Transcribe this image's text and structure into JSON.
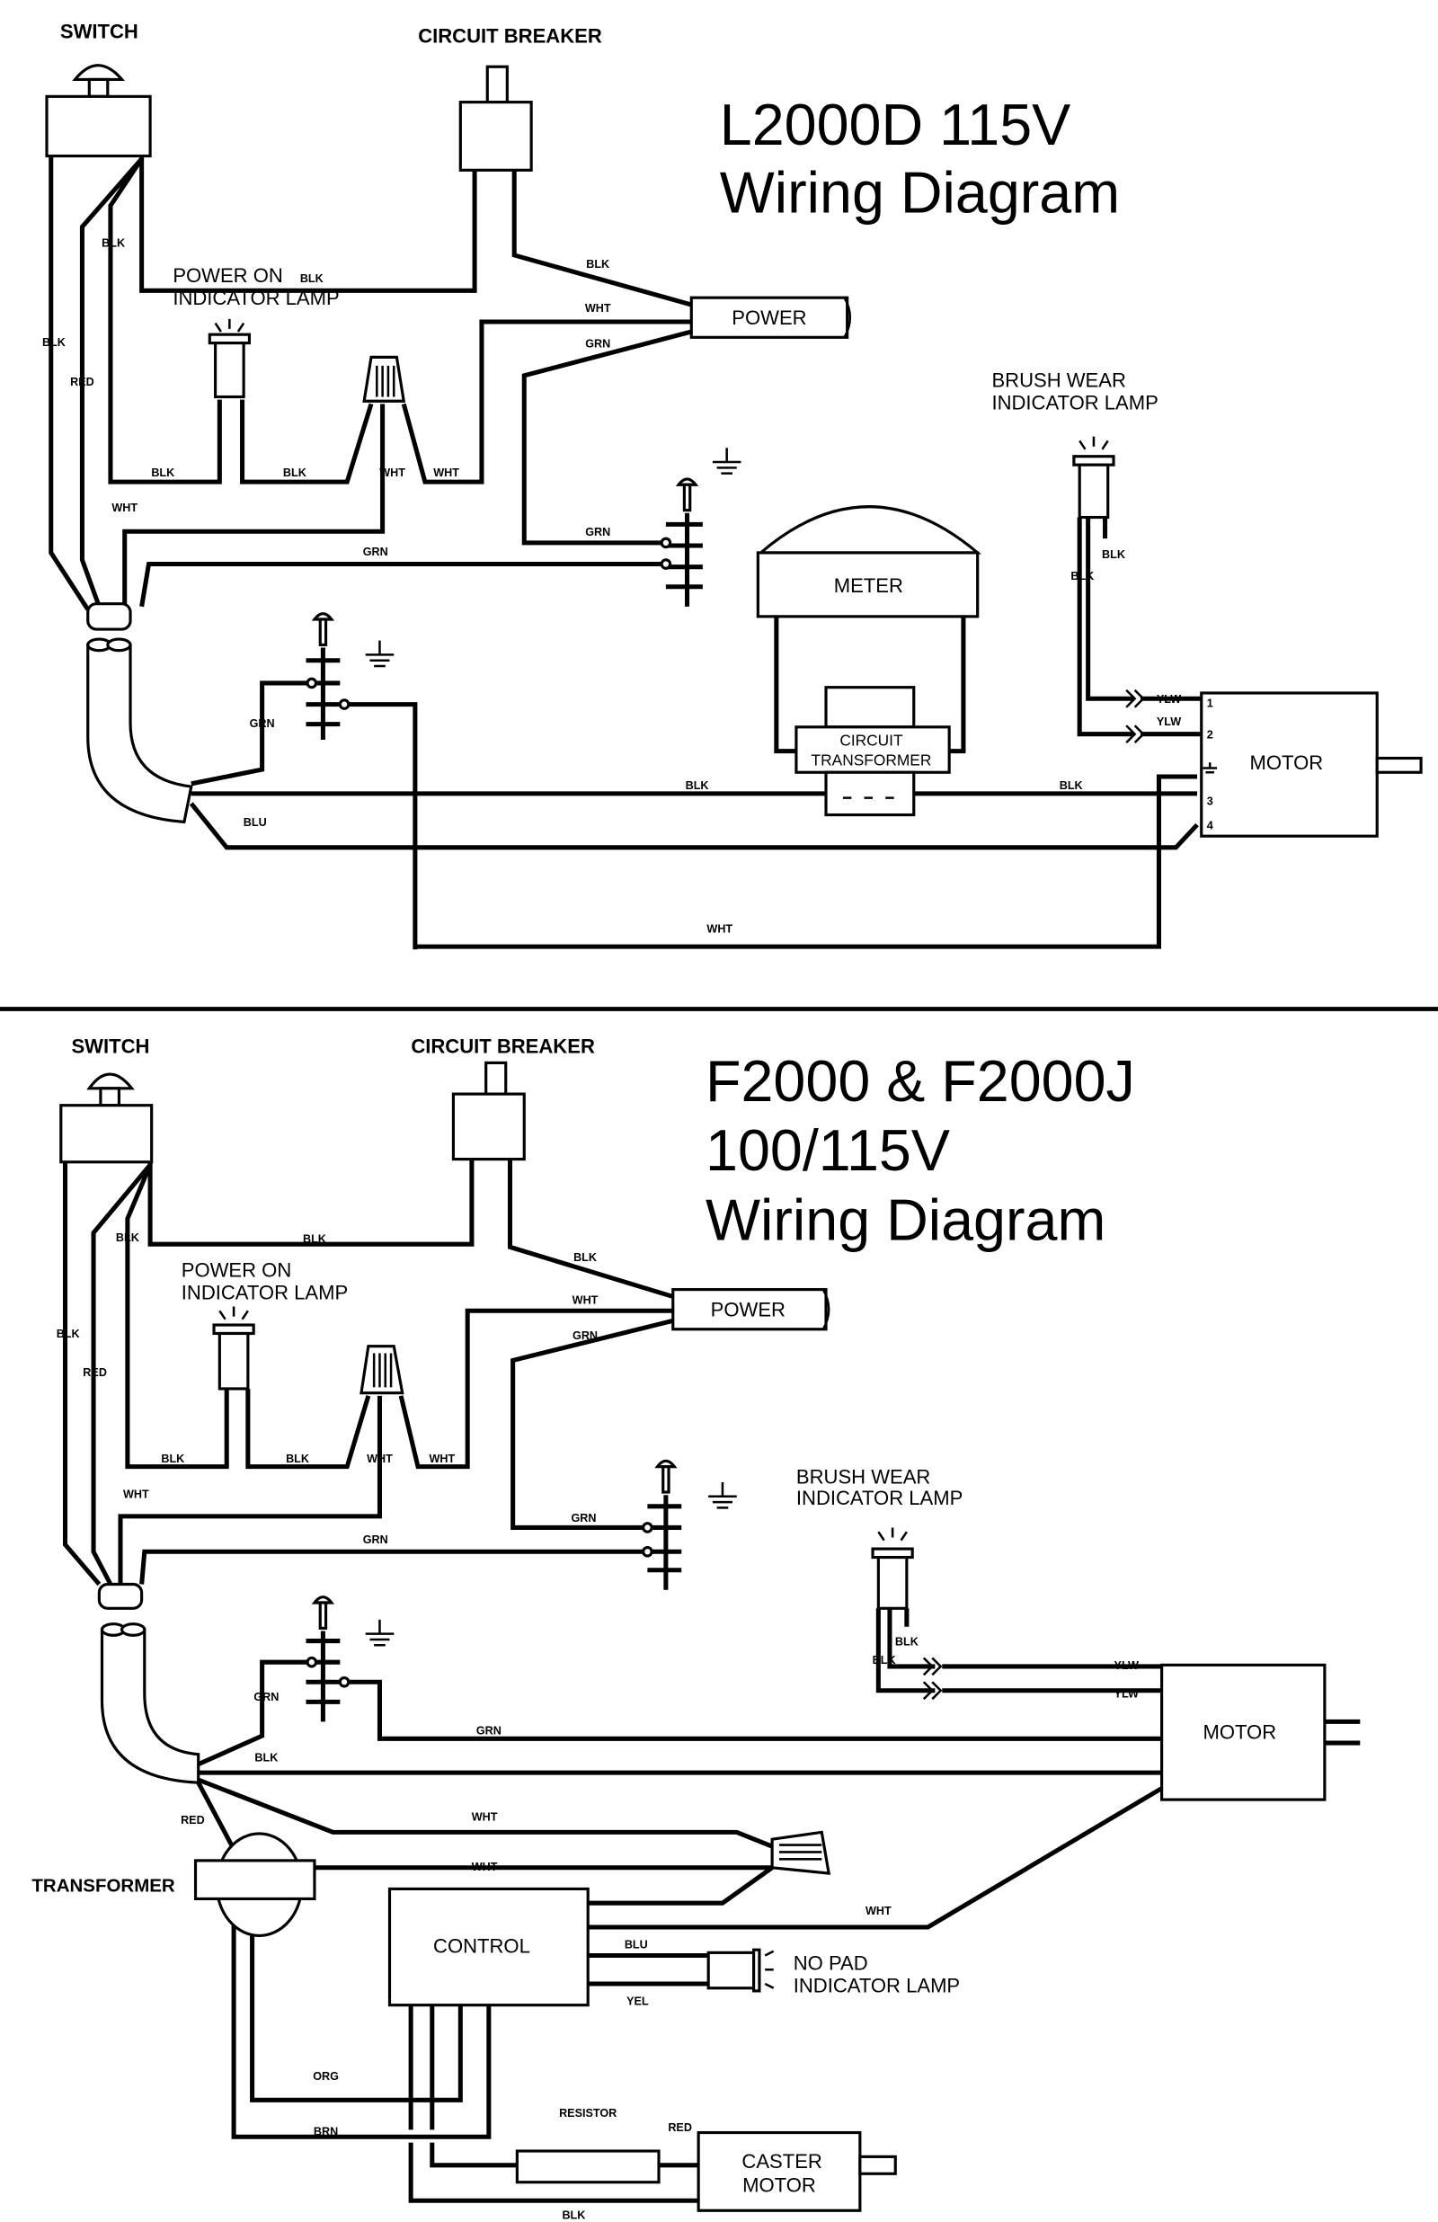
{
  "top": {
    "title_line1": "L2000D 115V",
    "title_line2": "Wiring Diagram",
    "switch": "SWITCH",
    "circuit_breaker": "CIRCUIT BREAKER",
    "power": "POWER",
    "power_lamp_1": "POWER ON",
    "power_lamp_2": "INDICATOR LAMP",
    "brush_lamp_1": "BRUSH WEAR",
    "brush_lamp_2": "INDICATOR LAMP",
    "meter": "METER",
    "transformer_1": "CIRCUIT",
    "transformer_2": "TRANSFORMER",
    "motor": "MOTOR",
    "terminals": [
      "1",
      "2",
      "3",
      "4"
    ],
    "wires": [
      "BLK",
      "BLK",
      "BLK",
      "WHT",
      "GRN",
      "BLK",
      "BLK",
      "WHT",
      "WHT",
      "WHT",
      "GRN",
      "GRN",
      "BLK",
      "RED",
      "GRN",
      "BLK",
      "BLK",
      "BLU",
      "WHT",
      "BLK",
      "BLK",
      "YLW",
      "YLW"
    ]
  },
  "bottom": {
    "title_line1": "F2000 & F2000J",
    "title_line2": "100/115V",
    "title_line3": "Wiring Diagram",
    "switch": "SWITCH",
    "circuit_breaker": "CIRCUIT BREAKER",
    "power": "POWER",
    "power_lamp_1": "POWER ON",
    "power_lamp_2": "INDICATOR LAMP",
    "brush_lamp_1": "BRUSH WEAR",
    "brush_lamp_2": "INDICATOR LAMP",
    "motor": "MOTOR",
    "transformer": "TRANSFORMER",
    "control": "CONTROL",
    "no_pad_1": "NO PAD",
    "no_pad_2": "INDICATOR LAMP",
    "resistor": "RESISTOR",
    "caster_1": "CASTER",
    "caster_2": "MOTOR",
    "wires": [
      "BLK",
      "BLK",
      "BLK",
      "WHT",
      "GRN",
      "BLK",
      "BLK",
      "WHT",
      "WHT",
      "WHT",
      "GRN",
      "GRN",
      "BLK",
      "RED",
      "GRN",
      "GRN",
      "BLK",
      "RED",
      "WHT",
      "WHT",
      "WHT",
      "BLU",
      "YEL",
      "ORG",
      "BRN",
      "RED",
      "BLK",
      "BLK",
      "BLK",
      "YLW",
      "YLW"
    ]
  }
}
